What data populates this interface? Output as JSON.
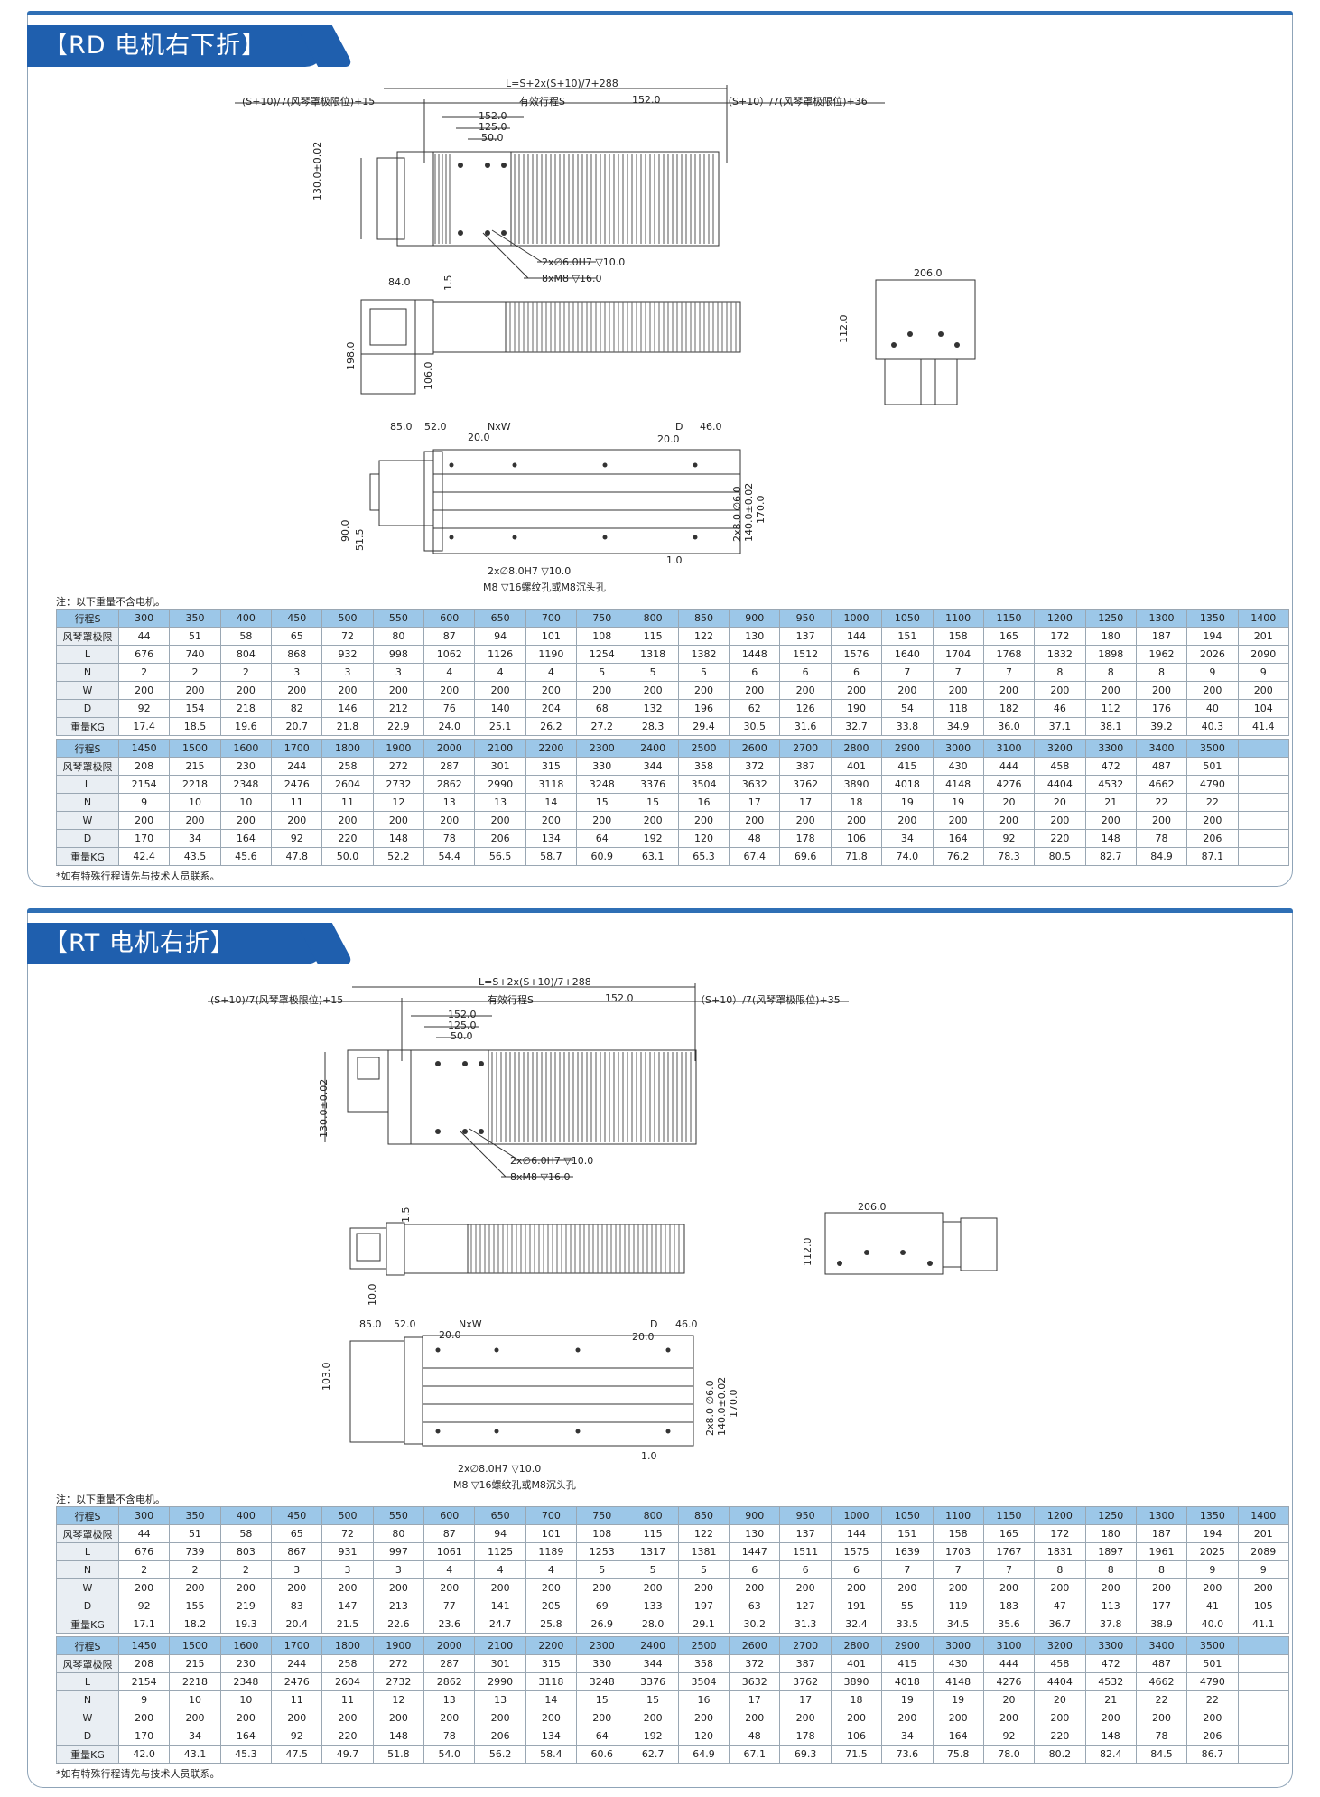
{
  "sections": [
    {
      "title": "【RD  电机右下折】",
      "dims": {
        "L_formula": "L=S+2x(S+10)/7+288",
        "left_formula": "(S+10)/7(风琴罩极限位)+15",
        "right_formula": "（S+10）/7(风琴罩极限位)+36",
        "stroke": "有效行程S",
        "d152": "152.0",
        "d125": "125.0",
        "d50": "50.0",
        "h130": "130.0±0.02",
        "hole1": "2x∅6.0H7 ▽10.0",
        "hole2": "8xM8 ▽16.0",
        "d84": "84.0",
        "d15": "1.5",
        "h198": "198.0",
        "h106": "106.0",
        "w206": "206.0",
        "h112": "112.0",
        "d85": "85.0",
        "d52": "52.0",
        "nxw": "NxW",
        "d20a": "20.0",
        "d20b": "20.0",
        "dD": "D",
        "d46": "46.0",
        "h90": "90.0",
        "h515": "51.5",
        "d10": "1.0",
        "v6": "2x8.0 ∅6.0",
        "v140": "140.0±0.02",
        "v170": "170.0",
        "hole3": "2x∅8.0H7 ▽10.0",
        "hole4": "M8 ▽16螺纹孔或M8沉头孔"
      },
      "note": "注：以下重量不含电机。",
      "footnote": "*如有特殊行程请先与技术人员联系。",
      "tables": [
        {
          "rows": [
            [
              "行程S",
              "300",
              "350",
              "400",
              "450",
              "500",
              "550",
              "600",
              "650",
              "700",
              "750",
              "800",
              "850",
              "900",
              "950",
              "1000",
              "1050",
              "1100",
              "1150",
              "1200",
              "1250",
              "1300",
              "1350",
              "1400"
            ],
            [
              "风琴罩极限",
              "44",
              "51",
              "58",
              "65",
              "72",
              "80",
              "87",
              "94",
              "101",
              "108",
              "115",
              "122",
              "130",
              "137",
              "144",
              "151",
              "158",
              "165",
              "172",
              "180",
              "187",
              "194",
              "201"
            ],
            [
              "L",
              "676",
              "740",
              "804",
              "868",
              "932",
              "998",
              "1062",
              "1126",
              "1190",
              "1254",
              "1318",
              "1382",
              "1448",
              "1512",
              "1576",
              "1640",
              "1704",
              "1768",
              "1832",
              "1898",
              "1962",
              "2026",
              "2090"
            ],
            [
              "N",
              "2",
              "2",
              "2",
              "3",
              "3",
              "3",
              "4",
              "4",
              "4",
              "5",
              "5",
              "5",
              "6",
              "6",
              "6",
              "7",
              "7",
              "7",
              "8",
              "8",
              "8",
              "9",
              "9"
            ],
            [
              "W",
              "200",
              "200",
              "200",
              "200",
              "200",
              "200",
              "200",
              "200",
              "200",
              "200",
              "200",
              "200",
              "200",
              "200",
              "200",
              "200",
              "200",
              "200",
              "200",
              "200",
              "200",
              "200",
              "200"
            ],
            [
              "D",
              "92",
              "154",
              "218",
              "82",
              "146",
              "212",
              "76",
              "140",
              "204",
              "68",
              "132",
              "196",
              "62",
              "126",
              "190",
              "54",
              "118",
              "182",
              "46",
              "112",
              "176",
              "40",
              "104"
            ],
            [
              "重量KG",
              "17.4",
              "18.5",
              "19.6",
              "20.7",
              "21.8",
              "22.9",
              "24.0",
              "25.1",
              "26.2",
              "27.2",
              "28.3",
              "29.4",
              "30.5",
              "31.6",
              "32.7",
              "33.8",
              "34.9",
              "36.0",
              "37.1",
              "38.1",
              "39.2",
              "40.3",
              "41.4"
            ]
          ]
        },
        {
          "rows": [
            [
              "行程S",
              "1450",
              "1500",
              "1600",
              "1700",
              "1800",
              "1900",
              "2000",
              "2100",
              "2200",
              "2300",
              "2400",
              "2500",
              "2600",
              "2700",
              "2800",
              "2900",
              "3000",
              "3100",
              "3200",
              "3300",
              "3400",
              "3500",
              ""
            ],
            [
              "风琴罩极限",
              "208",
              "215",
              "230",
              "244",
              "258",
              "272",
              "287",
              "301",
              "315",
              "330",
              "344",
              "358",
              "372",
              "387",
              "401",
              "415",
              "430",
              "444",
              "458",
              "472",
              "487",
              "501",
              ""
            ],
            [
              "L",
              "2154",
              "2218",
              "2348",
              "2476",
              "2604",
              "2732",
              "2862",
              "2990",
              "3118",
              "3248",
              "3376",
              "3504",
              "3632",
              "3762",
              "3890",
              "4018",
              "4148",
              "4276",
              "4404",
              "4532",
              "4662",
              "4790",
              ""
            ],
            [
              "N",
              "9",
              "10",
              "10",
              "11",
              "11",
              "12",
              "13",
              "13",
              "14",
              "15",
              "15",
              "16",
              "17",
              "17",
              "18",
              "19",
              "19",
              "20",
              "20",
              "21",
              "22",
              "22",
              ""
            ],
            [
              "W",
              "200",
              "200",
              "200",
              "200",
              "200",
              "200",
              "200",
              "200",
              "200",
              "200",
              "200",
              "200",
              "200",
              "200",
              "200",
              "200",
              "200",
              "200",
              "200",
              "200",
              "200",
              "200",
              ""
            ],
            [
              "D",
              "170",
              "34",
              "164",
              "92",
              "220",
              "148",
              "78",
              "206",
              "134",
              "64",
              "192",
              "120",
              "48",
              "178",
              "106",
              "34",
              "164",
              "92",
              "220",
              "148",
              "78",
              "206",
              ""
            ],
            [
              "重量KG",
              "42.4",
              "43.5",
              "45.6",
              "47.8",
              "50.0",
              "52.2",
              "54.4",
              "56.5",
              "58.7",
              "60.9",
              "63.1",
              "65.3",
              "67.4",
              "69.6",
              "71.8",
              "74.0",
              "76.2",
              "78.3",
              "80.5",
              "82.7",
              "84.9",
              "87.1",
              ""
            ]
          ]
        }
      ]
    },
    {
      "title": "【RT  电机右折】",
      "dims": {
        "L_formula": "L=S+2x(S+10)/7+288",
        "left_formula": "(S+10)/7(风琴罩极限位)+15",
        "right_formula": "（S+10）/7(风琴罩极限位)+35",
        "stroke": "有效行程S",
        "d152": "152.0",
        "d125": "125.0",
        "d50": "50.0",
        "h130": "130.0±0.02",
        "hole1": "2x∅6.0H7 ▽10.0",
        "hole2": "8xM8 ▽16.0",
        "d15": "1.5",
        "h10": "10.0",
        "w206": "206.0",
        "h112": "112.0",
        "d85": "85.0",
        "d52": "52.0",
        "nxw": "NxW",
        "d20a": "20.0",
        "d20b": "20.0",
        "dD": "D",
        "d46": "46.0",
        "h103": "103.0",
        "d10": "1.0",
        "v6": "2x8.0 ∅6.0",
        "v140": "140.0±0.02",
        "v170": "170.0",
        "hole3": "2x∅8.0H7 ▽10.0",
        "hole4": "M8 ▽16螺纹孔或M8沉头孔"
      },
      "note": "注：以下重量不含电机。",
      "footnote": "*如有特殊行程请先与技术人员联系。",
      "tables": [
        {
          "rows": [
            [
              "行程S",
              "300",
              "350",
              "400",
              "450",
              "500",
              "550",
              "600",
              "650",
              "700",
              "750",
              "800",
              "850",
              "900",
              "950",
              "1000",
              "1050",
              "1100",
              "1150",
              "1200",
              "1250",
              "1300",
              "1350",
              "1400"
            ],
            [
              "风琴罩极限",
              "44",
              "51",
              "58",
              "65",
              "72",
              "80",
              "87",
              "94",
              "101",
              "108",
              "115",
              "122",
              "130",
              "137",
              "144",
              "151",
              "158",
              "165",
              "172",
              "180",
              "187",
              "194",
              "201"
            ],
            [
              "L",
              "676",
              "739",
              "803",
              "867",
              "931",
              "997",
              "1061",
              "1125",
              "1189",
              "1253",
              "1317",
              "1381",
              "1447",
              "1511",
              "1575",
              "1639",
              "1703",
              "1767",
              "1831",
              "1897",
              "1961",
              "2025",
              "2089"
            ],
            [
              "N",
              "2",
              "2",
              "2",
              "3",
              "3",
              "3",
              "4",
              "4",
              "4",
              "5",
              "5",
              "5",
              "6",
              "6",
              "6",
              "7",
              "7",
              "7",
              "8",
              "8",
              "8",
              "9",
              "9"
            ],
            [
              "W",
              "200",
              "200",
              "200",
              "200",
              "200",
              "200",
              "200",
              "200",
              "200",
              "200",
              "200",
              "200",
              "200",
              "200",
              "200",
              "200",
              "200",
              "200",
              "200",
              "200",
              "200",
              "200",
              "200"
            ],
            [
              "D",
              "92",
              "155",
              "219",
              "83",
              "147",
              "213",
              "77",
              "141",
              "205",
              "69",
              "133",
              "197",
              "63",
              "127",
              "191",
              "55",
              "119",
              "183",
              "47",
              "113",
              "177",
              "41",
              "105"
            ],
            [
              "重量KG",
              "17.1",
              "18.2",
              "19.3",
              "20.4",
              "21.5",
              "22.6",
              "23.6",
              "24.7",
              "25.8",
              "26.9",
              "28.0",
              "29.1",
              "30.2",
              "31.3",
              "32.4",
              "33.5",
              "34.5",
              "35.6",
              "36.7",
              "37.8",
              "38.9",
              "40.0",
              "41.1"
            ]
          ]
        },
        {
          "rows": [
            [
              "行程S",
              "1450",
              "1500",
              "1600",
              "1700",
              "1800",
              "1900",
              "2000",
              "2100",
              "2200",
              "2300",
              "2400",
              "2500",
              "2600",
              "2700",
              "2800",
              "2900",
              "3000",
              "3100",
              "3200",
              "3300",
              "3400",
              "3500",
              ""
            ],
            [
              "风琴罩极限",
              "208",
              "215",
              "230",
              "244",
              "258",
              "272",
              "287",
              "301",
              "315",
              "330",
              "344",
              "358",
              "372",
              "387",
              "401",
              "415",
              "430",
              "444",
              "458",
              "472",
              "487",
              "501",
              ""
            ],
            [
              "L",
              "2154",
              "2218",
              "2348",
              "2476",
              "2604",
              "2732",
              "2862",
              "2990",
              "3118",
              "3248",
              "3376",
              "3504",
              "3632",
              "3762",
              "3890",
              "4018",
              "4148",
              "4276",
              "4404",
              "4532",
              "4662",
              "4790",
              ""
            ],
            [
              "N",
              "9",
              "10",
              "10",
              "11",
              "11",
              "12",
              "13",
              "13",
              "14",
              "15",
              "15",
              "16",
              "17",
              "17",
              "18",
              "19",
              "19",
              "20",
              "20",
              "21",
              "22",
              "22",
              ""
            ],
            [
              "W",
              "200",
              "200",
              "200",
              "200",
              "200",
              "200",
              "200",
              "200",
              "200",
              "200",
              "200",
              "200",
              "200",
              "200",
              "200",
              "200",
              "200",
              "200",
              "200",
              "200",
              "200",
              "200",
              ""
            ],
            [
              "D",
              "170",
              "34",
              "164",
              "92",
              "220",
              "148",
              "78",
              "206",
              "134",
              "64",
              "192",
              "120",
              "48",
              "178",
              "106",
              "34",
              "164",
              "92",
              "220",
              "148",
              "78",
              "206",
              ""
            ],
            [
              "重量KG",
              "42.0",
              "43.1",
              "45.3",
              "47.5",
              "49.7",
              "51.8",
              "54.0",
              "56.2",
              "58.4",
              "60.6",
              "62.7",
              "64.9",
              "67.1",
              "69.3",
              "71.5",
              "73.6",
              "75.8",
              "78.0",
              "80.2",
              "82.4",
              "84.5",
              "86.7",
              ""
            ]
          ]
        }
      ]
    }
  ]
}
